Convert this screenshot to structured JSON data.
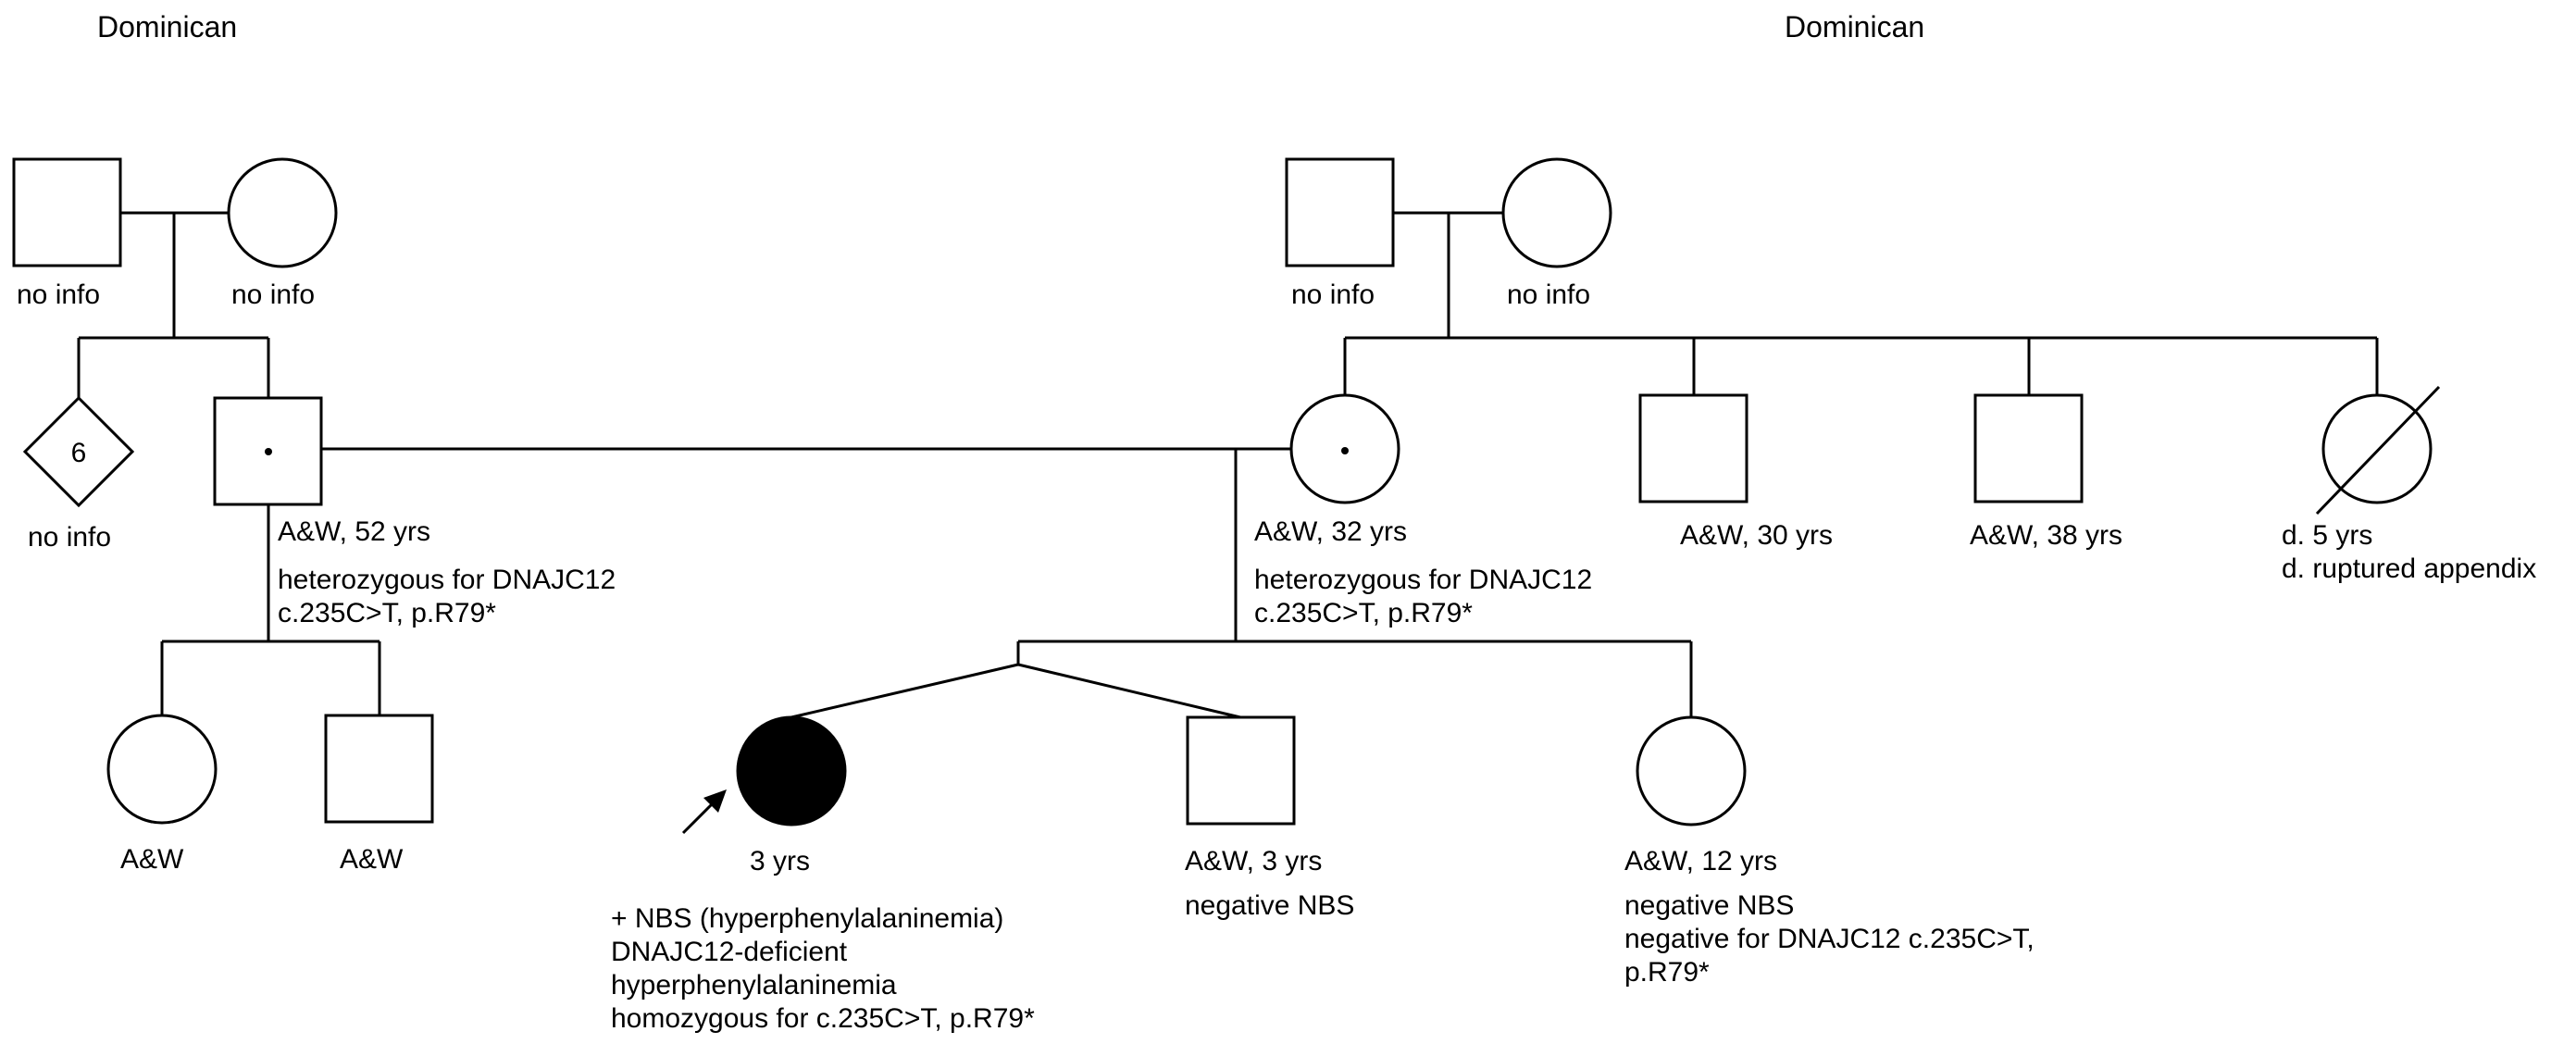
{
  "ethnicity": {
    "paternal": "Dominican",
    "maternal": "Dominican"
  },
  "paternal_grandparents": {
    "grandfather": {
      "label": "no info"
    },
    "grandmother": {
      "label": "no info"
    }
  },
  "maternal_grandparents": {
    "grandfather": {
      "label": "no info"
    },
    "grandmother": {
      "label": "no info"
    }
  },
  "paternal_siblings": {
    "count": "6",
    "label": "no info"
  },
  "father": {
    "status": "A&W, 52 yrs",
    "genotype_line1": "heterozygous for DNAJC12",
    "genotype_line2": "c.235C>T, p.R79*"
  },
  "mother": {
    "status": "A&W, 32 yrs",
    "genotype_line1": "heterozygous for DNAJC12",
    "genotype_line2": "c.235C>T, p.R79*"
  },
  "maternal_brother_1": {
    "label": "A&W, 30 yrs"
  },
  "maternal_brother_2": {
    "label": "A&W, 38 yrs"
  },
  "maternal_sister_deceased": {
    "line1": "d. 5 yrs",
    "line2": "d. ruptured appendix"
  },
  "paternal_half_sister": {
    "label": "A&W"
  },
  "paternal_half_brother": {
    "label": "A&W"
  },
  "proband": {
    "age": "3 yrs",
    "line1": "+ NBS (hyperphenylalaninemia)",
    "line2": "DNAJC12-deficient",
    "line3": "hyperphenylalaninemia",
    "line4": "homozygous for c.235C>T, p.R79*"
  },
  "twin_brother": {
    "line1": "A&W, 3 yrs",
    "line2": "negative NBS"
  },
  "sister": {
    "line1": "A&W, 12 yrs",
    "line2": "negative NBS",
    "line3": "negative for DNAJC12 c.235C>T,",
    "line4": "p.R79*"
  },
  "colors": {
    "stroke": "#000000",
    "affected": "#000000",
    "background": "#ffffff"
  }
}
